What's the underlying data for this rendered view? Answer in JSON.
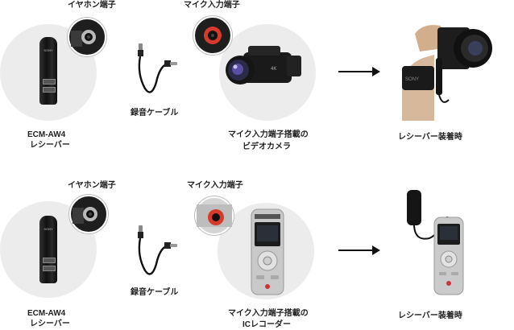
{
  "row1": {
    "earphone_jack_label": "イヤホン端子",
    "receiver_name": "ECM-AW4",
    "receiver_type": "レシーバー",
    "cable_label": "録音ケーブル",
    "mic_jack_label": "マイク入力端子",
    "device_line1": "マイク入力端子搭載の",
    "device_line2": "ビデオカメラ",
    "result_label": "レシーバー装着時"
  },
  "row2": {
    "earphone_jack_label": "イヤホン端子",
    "receiver_name": "ECM-AW4",
    "receiver_type": "レシーバー",
    "cable_label": "録音ケーブル",
    "mic_jack_label": "マイク入力端子",
    "device_line1": "マイク入力端子搭載の",
    "device_line2": "ICレコーダー",
    "result_label": "レシーバー装着時"
  }
}
